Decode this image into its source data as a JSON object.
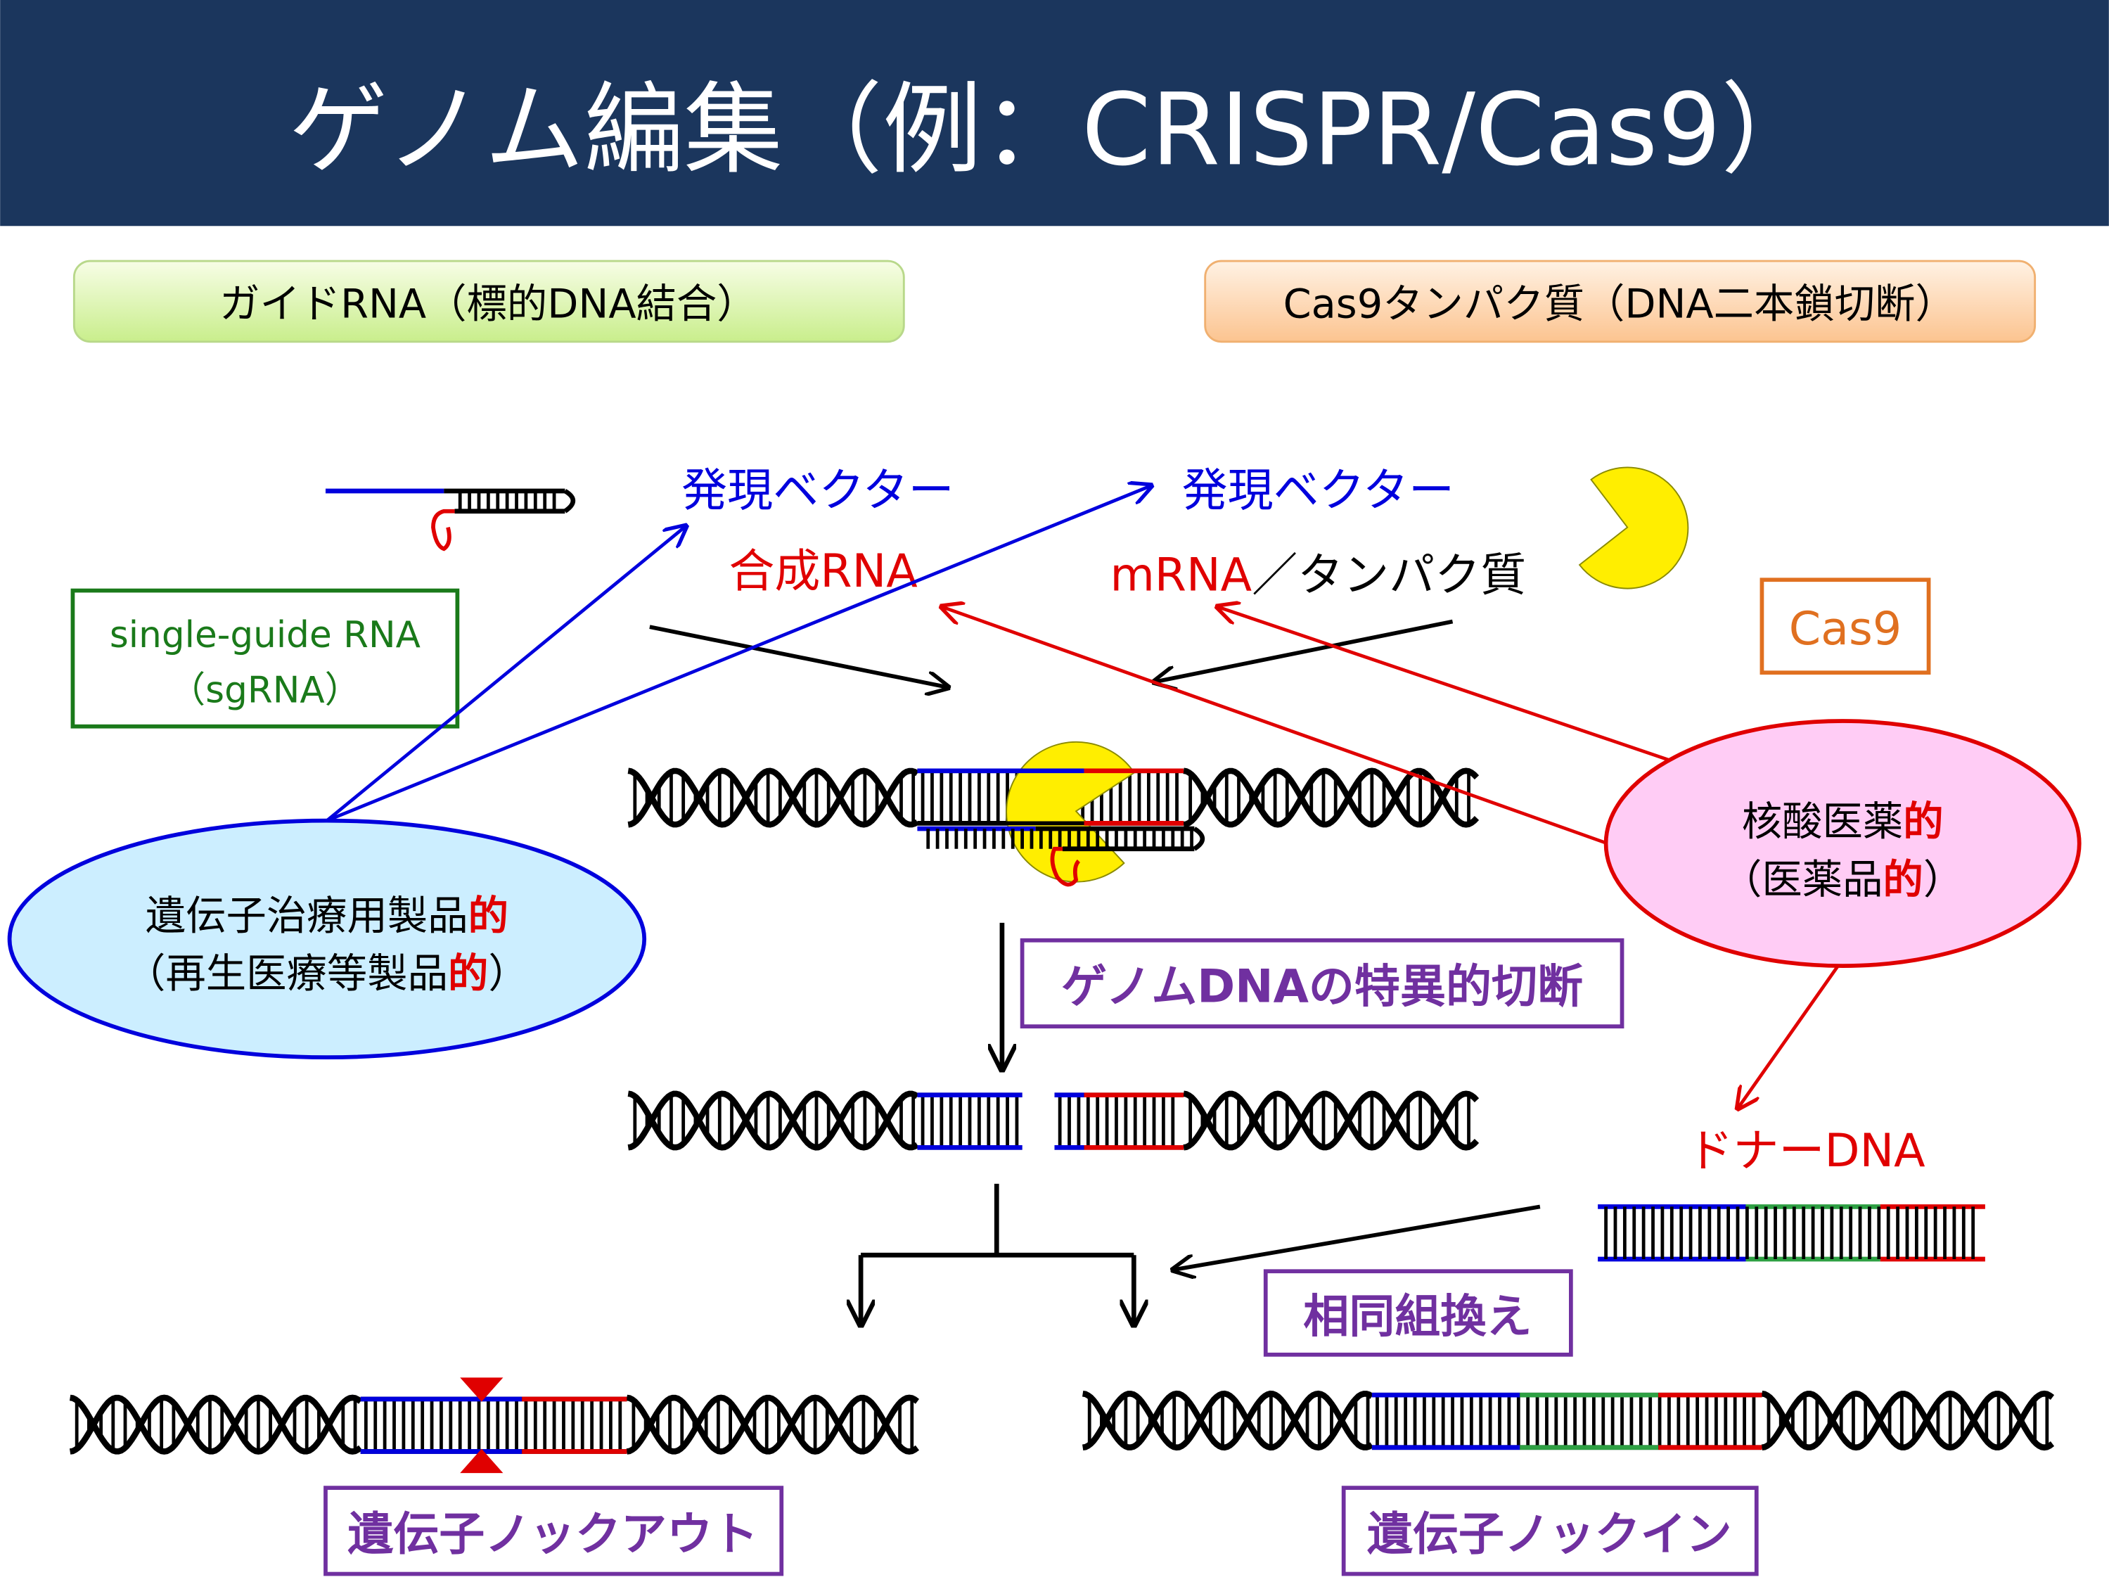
{
  "title": "ゲノム編集（例：CRISPR/Cas9）",
  "header_left": "ガイドRNA（標的DNA結合）",
  "header_right": "Cas9タンパク質（DNA二本鎖切断）",
  "labels": {
    "vector_left": "発現ベクター",
    "vector_right": "発現ベクター",
    "synthetic_rna": "合成RNA",
    "mrna": "mRNA",
    "mrna_protein": "／タンパク質",
    "sgrna_line1": "single-guide RNA",
    "sgrna_line2": "（sgRNA）",
    "cas9_box": "Cas9",
    "gene_therapy_line1": "遺伝子治療用製品",
    "gene_therapy_line2": "（再生医療等製品",
    "teki": "的",
    "close_paren": "）",
    "nucleic_line1": "核酸医薬",
    "nucleic_line2": "（医薬品",
    "specific_cleavage": "ゲノムDNAの特異的切断",
    "donor_dna": "ドナーDNA",
    "homologous_recombination": "相同組換え",
    "knockout": "遺伝子ノックアウト",
    "knockin": "遺伝子ノックイン"
  },
  "colors": {
    "header_bg": "#1b365d",
    "blue": "#0000dd",
    "red": "#e00000",
    "green": "#2ea043",
    "purple": "#7030a0",
    "orange": "#e07020",
    "sgrna_green": "#1a7a1a",
    "cas9_yellow": "#ffee00",
    "ellipse_left_fill": "#cceeff",
    "ellipse_right_fill": "#ffccf5"
  }
}
